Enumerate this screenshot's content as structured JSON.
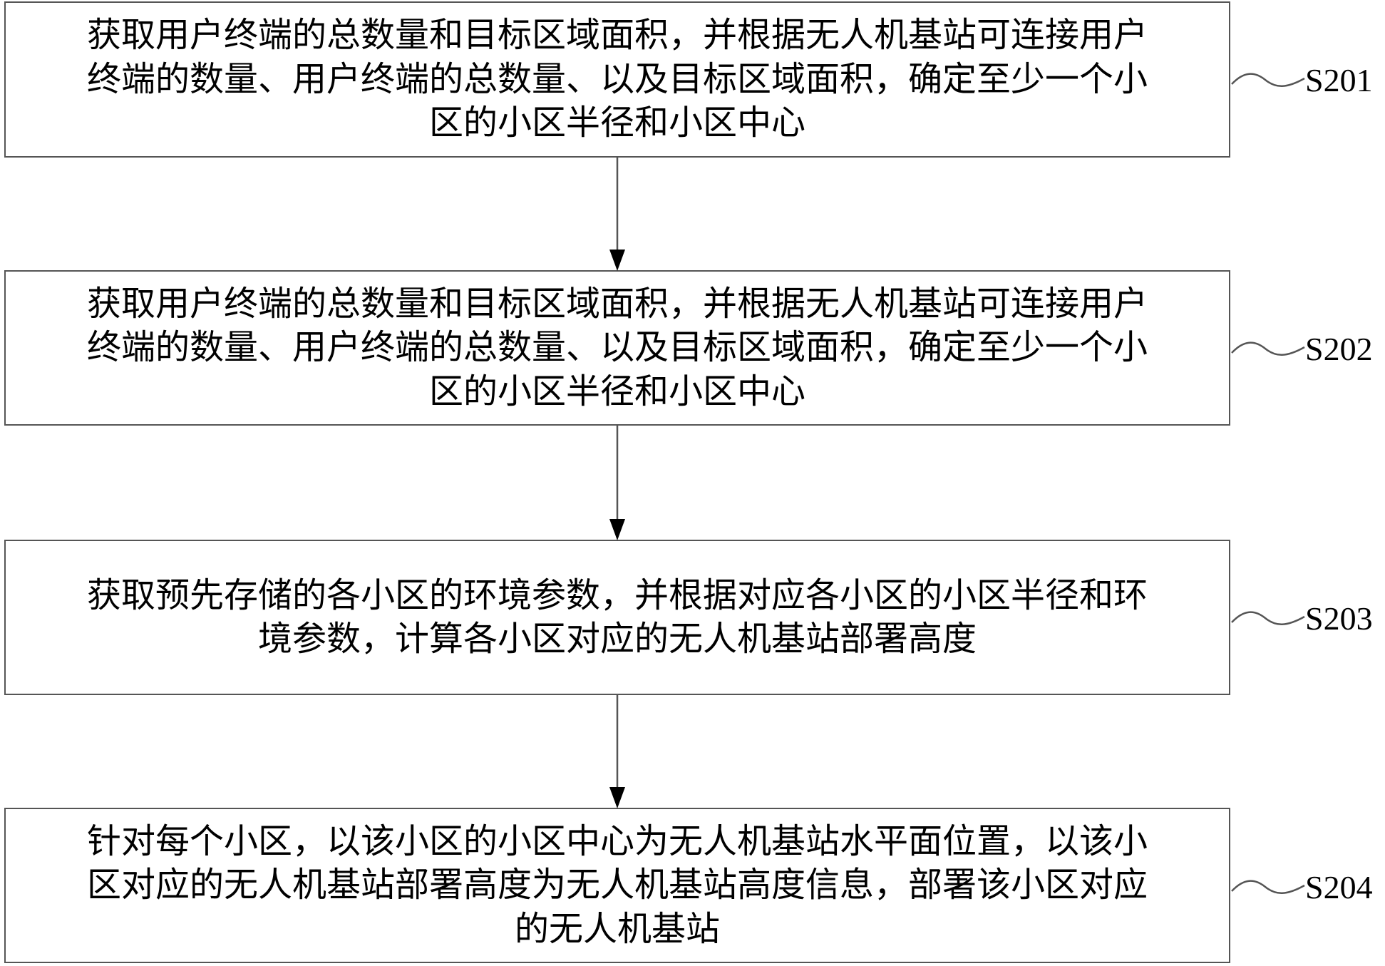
{
  "flowchart": {
    "steps": [
      {
        "id": "S201",
        "label": "S201",
        "text": "获取用户终端的总数量和目标区域面积，并根据无人机基站可连接用户\n终端的数量、用户终端的总数量、以及目标区域面积，确定至少一个小\n区的小区半径和小区中心"
      },
      {
        "id": "S202",
        "label": "S202",
        "text": "获取用户终端的总数量和目标区域面积，并根据无人机基站可连接用户\n终端的数量、用户终端的总数量、以及目标区域面积，确定至少一个小\n区的小区半径和小区中心"
      },
      {
        "id": "S203",
        "label": "S203",
        "text": "获取预先存储的各小区的环境参数，并根据对应各小区的小区半径和环\n境参数，计算各小区对应的无人机基站部署高度"
      },
      {
        "id": "S204",
        "label": "S204",
        "text": "针对每个小区，以该小区的小区中心为无人机基站水平面位置，以该小\n区对应的无人机基站部署高度为无人机基站高度信息，部署该小区对应\n的无人机基站"
      }
    ],
    "colors": {
      "line": "#555555",
      "text": "#000000",
      "background": "#ffffff"
    }
  }
}
